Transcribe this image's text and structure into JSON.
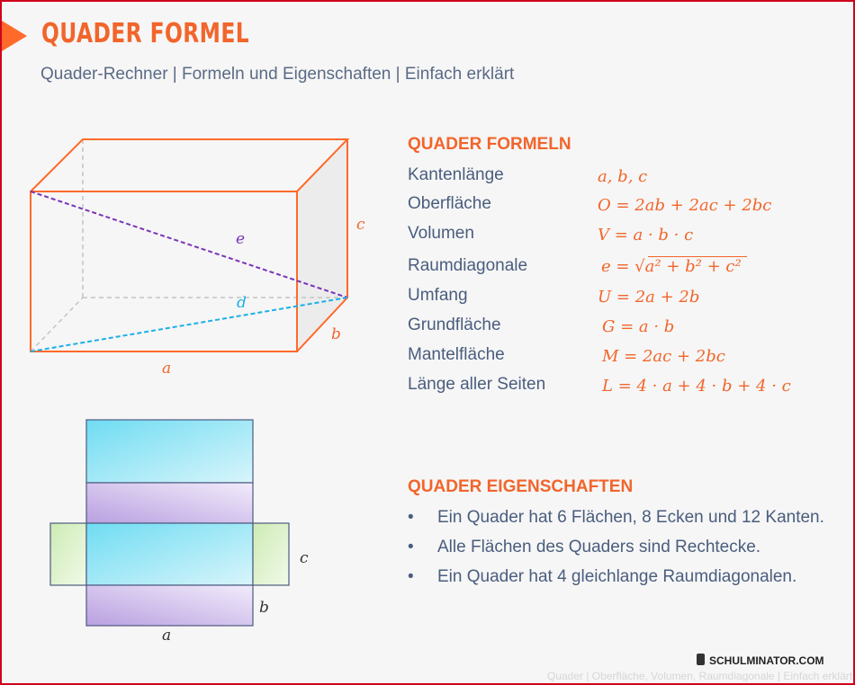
{
  "header": {
    "title": "QUADER FORMEL",
    "subtitle": "Quader-Rechner | Formeln und Eigenschaften | Einfach erklärt"
  },
  "diagram_labels": {
    "a": "a",
    "b": "b",
    "c": "c",
    "d": "d",
    "e": "e"
  },
  "net_labels": {
    "a": "a",
    "b": "b",
    "c": "c"
  },
  "formulas": {
    "heading": "QUADER FORMELN",
    "items": [
      {
        "label": "Kantenlänge",
        "expr": "a, b, c"
      },
      {
        "label": "Oberfläche",
        "expr": "O = 2ab + 2ac + 2bc"
      },
      {
        "label": "Volumen",
        "expr": "V = a · b · c"
      },
      {
        "label": "Raumdiagonale",
        "expr": "e = √a² + b² + c²"
      },
      {
        "label": "Umfang",
        "expr": "U = 2a + 2b"
      },
      {
        "label": "Grundfläche",
        "expr": "G = a · b"
      },
      {
        "label": "Mantelfläche",
        "expr": "M = 2ac + 2bc"
      },
      {
        "label": "Länge aller Seiten",
        "expr": "L = 4 · a + 4 · b + 4 · c"
      }
    ]
  },
  "properties": {
    "heading": "QUADER EIGENSCHAFTEN",
    "items": [
      "Ein Quader hat 6 Flächen, 8 Ecken und 12 Kanten.",
      "Alle Flächen des Quaders sind Rechtecke.",
      "Ein Quader hat 4 gleichlange Raumdiagonalen."
    ]
  },
  "footer": {
    "logo": "SCHULMINATOR.COM",
    "watermark": "Quader | Oberfläche, Volumen, Raumdiagonale | Einfach erklärt"
  },
  "colors": {
    "accent": "#f2652b",
    "text": "#4a5d7e",
    "diagonal_e": "#7a35b8",
    "diagonal_d": "#1ab0e8"
  }
}
